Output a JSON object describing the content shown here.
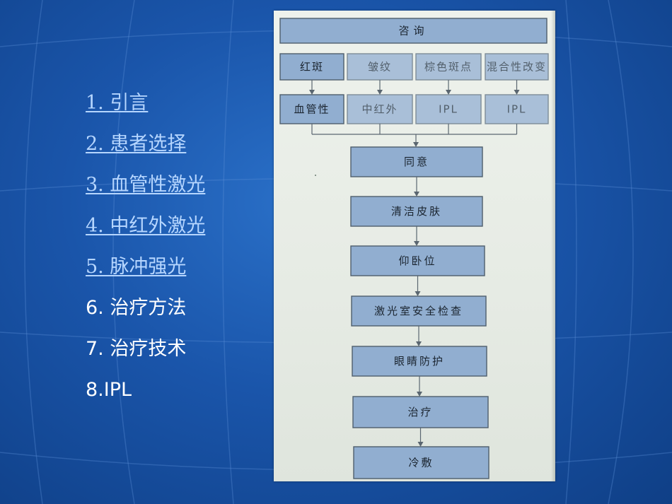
{
  "agenda": {
    "items": [
      {
        "label": "1. 引言",
        "linked": true
      },
      {
        "label": "2. 患者选择",
        "linked": true
      },
      {
        "label": "3. 血管性激光",
        "linked": true
      },
      {
        "label": "4. 中红外激光",
        "linked": true
      },
      {
        "label": "5. 脉冲强光",
        "linked": true
      },
      {
        "label": "6. 治疗方法",
        "linked": false
      },
      {
        "label": "7. 治疗技术",
        "linked": false
      },
      {
        "label": "8.IPL",
        "linked": false
      }
    ]
  },
  "flowchart": {
    "top": "咨询",
    "conditions": [
      "红斑",
      "皱纹",
      "棕色斑点",
      "混合性改变"
    ],
    "treatments": [
      "血管性",
      "中红外",
      "IPL",
      "IPL"
    ],
    "steps": [
      "同意",
      "清洁皮肤",
      "仰卧位",
      "激光室安全检查",
      "眼睛防护",
      "治疗",
      "冷敷"
    ]
  },
  "colors": {
    "background": "#1a52a6",
    "link_text": "#b6d6ff",
    "plain_text": "#ffffff",
    "node_fill": "#91aed0"
  }
}
